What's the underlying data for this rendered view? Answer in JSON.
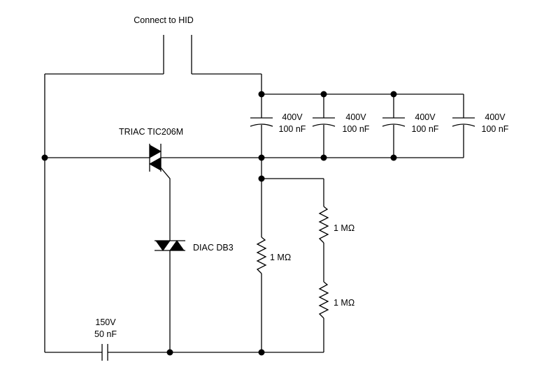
{
  "diagram": {
    "connect_label": "Connect to HID",
    "triac_label": "TRIAC TIC206M",
    "diac_label": "DIAC DB3",
    "capacitors": [
      {
        "voltage": "400V",
        "capacitance": "100 nF"
      },
      {
        "voltage": "400V",
        "capacitance": "100 nF"
      },
      {
        "voltage": "400V",
        "capacitance": "100 nF"
      },
      {
        "voltage": "400V",
        "capacitance": "100 nF"
      }
    ],
    "resistors": [
      {
        "value": "1 MΩ"
      },
      {
        "value": "1 MΩ"
      },
      {
        "value": "1 MΩ"
      }
    ],
    "timing_capacitor": {
      "voltage": "150V",
      "capacitance": "50 nF"
    },
    "colors": {
      "line": "#000000",
      "background": "#ffffff"
    }
  }
}
